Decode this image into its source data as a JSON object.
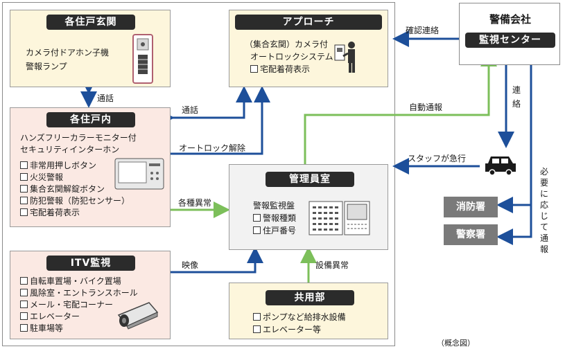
{
  "door": {
    "title": "各住戸玄関",
    "lines": [
      "カメラ付ドアホン子機",
      "警報ランプ"
    ]
  },
  "approach": {
    "title": "アプローチ",
    "lines": [
      "（集合玄関）カメラ付",
      "オートロックシステム"
    ],
    "checks": [
      "宅配着荷表示"
    ]
  },
  "security": {
    "title": "警備会社",
    "center": "監視センター"
  },
  "unit": {
    "title": "各住戸内",
    "lines": [
      "ハンズフリーカラーモニター付",
      "セキュリティインターホン"
    ],
    "checks": [
      "非常用押しボタン",
      "火災警報",
      "集合玄関解錠ボタン",
      "防犯警報（防犯センサー）",
      "宅配着荷表示"
    ]
  },
  "manager": {
    "title": "管理員室",
    "line": "警報監視盤",
    "checks": [
      "警報種類",
      "住戸番号"
    ]
  },
  "itv": {
    "title": "ITV監視",
    "checks": [
      "自転車置場・バイク置場",
      "風除室・エントランスホール",
      "メール・宅配コーナー",
      "エレベーター",
      "駐車場等"
    ]
  },
  "common": {
    "title": "共用部",
    "checks": [
      "ポンプなど給排水設備",
      "エレベーター等"
    ]
  },
  "fire": "消防署",
  "police": "警察署",
  "labels": {
    "talk1": "通話",
    "talk2": "通話",
    "autolock": "オートロック解除",
    "alarms": "各種異常",
    "video": "映像",
    "equipment": "設備異常",
    "auto_report": "自動通報",
    "confirm": "確認連絡",
    "contact": "連絡",
    "staff": "スタッフが急行",
    "as_needed": "必要に応じて通報"
  },
  "caption": "（概念図）",
  "colors": {
    "blue": "#1d4f9a",
    "green": "#7cbf5a",
    "dark": "#2b2b2b",
    "tag": "#7a7a7a"
  }
}
